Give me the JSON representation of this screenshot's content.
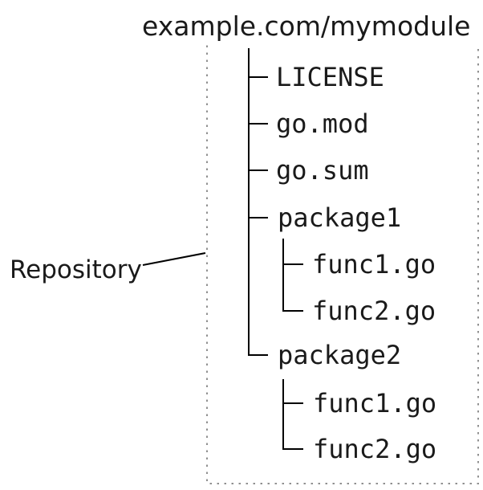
{
  "diagram": {
    "title": "example.com/mymodule",
    "annotation": {
      "label": "Repository"
    },
    "tree": {
      "items": [
        {
          "label": "LICENSE",
          "kind": "file",
          "depth": 1
        },
        {
          "label": "go.mod",
          "kind": "file",
          "depth": 1
        },
        {
          "label": "go.sum",
          "kind": "file",
          "depth": 1
        },
        {
          "label": "package1",
          "kind": "directory",
          "depth": 1
        },
        {
          "label": "func1.go",
          "kind": "file",
          "depth": 2,
          "parent": "package1"
        },
        {
          "label": "func2.go",
          "kind": "file",
          "depth": 2,
          "parent": "package1"
        },
        {
          "label": "package2",
          "kind": "directory",
          "depth": 1
        },
        {
          "label": "func1.go",
          "kind": "file",
          "depth": 2,
          "parent": "package2"
        },
        {
          "label": "func2.go",
          "kind": "file",
          "depth": 2,
          "parent": "package2"
        }
      ]
    },
    "colors": {
      "background": "#ffffff",
      "tree_lines": "#000000",
      "text": "#1a1a1a",
      "boundary_dots": "#909090"
    }
  }
}
